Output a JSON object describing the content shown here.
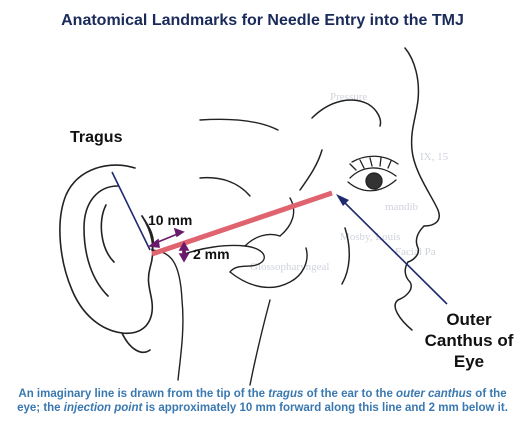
{
  "title": "Anatomical Landmarks for Needle Entry into the TMJ",
  "labels": {
    "tragus": "Tragus",
    "distance_10": "10 mm",
    "distance_2": "2 mm",
    "canthus_line1": "Outer",
    "canthus_line2": "Canthus of",
    "canthus_line3": "Eye"
  },
  "caption": {
    "part1": "An imaginary line is drawn from the tip of the ",
    "tragus": "tragus",
    "part2": " of the ear to the ",
    "outer_canthus": "outer canthus",
    "part3": " of the eye; the ",
    "injection_point": "injection point",
    "part4": " is approximately 10 mm forward along this line and 2 mm below it."
  },
  "colors": {
    "title": "#1a2a5a",
    "reference_line": "#e06470",
    "pointer_line": "#1e2a6e",
    "arrow": "#6a1a6a",
    "caption": "#3a78b0"
  }
}
